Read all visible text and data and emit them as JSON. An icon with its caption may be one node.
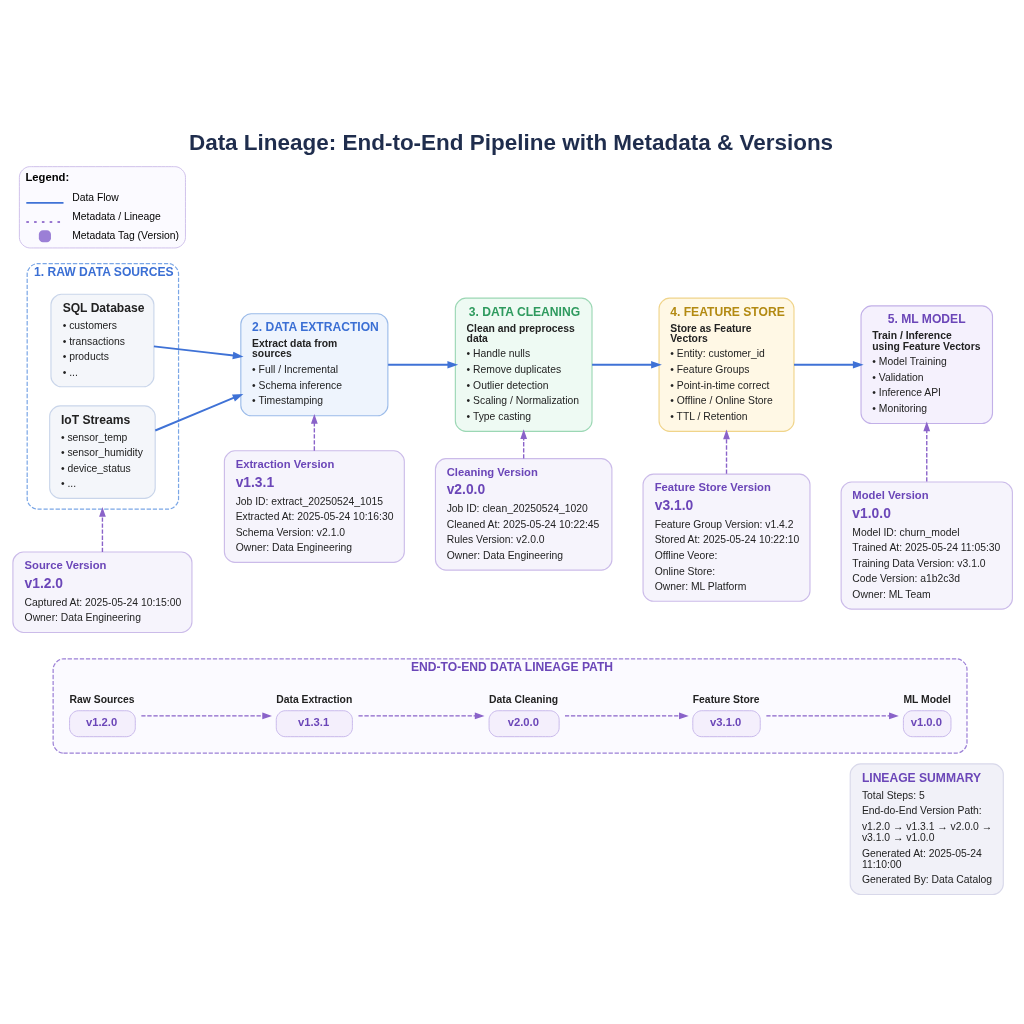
{
  "diagram": {
    "title": "Data Lineage: End-to-End Pipeline with Metadata & Versions",
    "nodes": [
      {
        "text": [
          "1. RAW DATA SOURCES"
        ]
      },
      {
        "text": [
          "SQL Database",
          "• customers",
          "• transactions",
          "• products",
          "• ..."
        ],
        "in": 0
      },
      {
        "text": [
          "IoT Streams",
          "• sensor_temp",
          "• sensor_humidity",
          "• device_status",
          "• ..."
        ],
        "in": 0
      },
      {
        "text": [
          "2. DATA EXTRACTION",
          "Extract data from sources",
          "• Full / Incremental",
          "• Schema inference",
          "• Timestamping"
        ]
      },
      {
        "text": [
          "3. DATA CLEANING",
          "Clean and preprocess data",
          "• Handle nulls",
          "• Remove duplicates",
          "• Outlier detection",
          "• Scaling / Normalization",
          "• Type casting"
        ]
      },
      {
        "text": [
          "4. FEATURE STORE",
          "Store as Feature Vectors",
          "• Entity: customer_id",
          "• Feature Groups",
          "• Point-in-time correct",
          "• Offline / Online Store",
          "• TTL / Retention"
        ]
      },
      {
        "text": [
          "5. ML MODEL",
          "Train / Inference using Feature Vectors",
          "• Model Training",
          "• Validation",
          "• Inference API",
          "• Monitoring"
        ]
      },
      {
        "text": [
          "Source Version",
          "v1.2.0",
          "Captured At: 2025-05-24 10:15:00",
          "Owner: Data Engineering"
        ]
      },
      {
        "text": [
          "Extraction Version",
          "v1.3.1",
          "Job ID: extract_20250524_1015",
          "Extracted At: 2025-05-24 10:16:30",
          "Schema Version: v2.1.0",
          "Owner: Data Engineering"
        ]
      },
      {
        "text": [
          "Cleaning Version",
          "v2.0.0",
          "Job ID: clean_20250524_1020",
          "Cleaned At: 2025-05-24 10:22:45",
          "Rules Version: v2.0.0",
          "Owner: Data Engineering"
        ]
      },
      {
        "text": [
          "Feature Store Version",
          "v3.1.0",
          "Feature Group Version: v1.4.2",
          "Stored At: 2025-05-24 10:22:10",
          "Offline Veore:",
          "Online Store:",
          "Owner: ML Platform"
        ]
      },
      {
        "text": [
          "Model Version",
          "v1.0.0",
          "Model ID: churn_model",
          "Trained At: 2025-05-24 11:05:30",
          "Training Data Version: v3.1.0",
          "Code Version: a1b2c3d",
          "Owner: ML Team"
        ]
      },
      {
        "text": [
          "END-TO-END DATA LINEAGE PATH"
        ]
      },
      {
        "text": [
          "Raw Sources",
          "v1.2.0"
        ],
        "in": 12
      },
      {
        "text": [
          "Data Extraction",
          "v1.3.1"
        ],
        "in": 12
      },
      {
        "text": [
          "Data Cleaning",
          "v2.0.0"
        ],
        "in": 12
      },
      {
        "text": [
          "Feature Store",
          "v3.1.0"
        ],
        "in": 12
      },
      {
        "text": [
          "ML Model",
          "v1.0.0"
        ],
        "in": 12
      },
      {
        "text": [
          "LINEAGE SUMMARY",
          "Total Steps: 5",
          "End-do-End Version Path:",
          "v1.2.0 → v1.3.1 → v2.0.0 → v3.1.0 → v1.0.0",
          "Generated At: 2025-05-24 11:10:00",
          "Generated By: Data Catalog"
        ]
      }
    ],
    "edges": [
      {
        "from": 1,
        "to": 3,
        "arrow": "to",
        "color": "#3f72d6"
      },
      {
        "from": 2,
        "to": 3,
        "arrow": "to",
        "color": "#3f72d6"
      },
      {
        "from": 3,
        "to": 4,
        "arrow": "to",
        "color": "#3f72d6"
      },
      {
        "from": 4,
        "to": 5,
        "arrow": "to",
        "color": "#3f72d6"
      },
      {
        "from": 5,
        "to": 6,
        "arrow": "to",
        "color": "#3f72d6"
      },
      {
        "from": 7,
        "to": 0,
        "arrow": "to",
        "style": "dashed"
      },
      {
        "from": 8,
        "to": 3,
        "arrow": "to",
        "style": "dashed"
      },
      {
        "from": 9,
        "to": 4,
        "arrow": "to",
        "style": "dashed"
      },
      {
        "from": 10,
        "to": 5,
        "arrow": "to",
        "style": "dashed"
      },
      {
        "from": 11,
        "to": 6,
        "arrow": "to",
        "style": "dashed"
      },
      {
        "from": 13,
        "to": 14,
        "arrow": "to",
        "style": "dashed"
      },
      {
        "from": 14,
        "to": 15,
        "arrow": "to",
        "style": "dashed"
      },
      {
        "from": 15,
        "to": 16,
        "arrow": "to",
        "style": "dashed"
      },
      {
        "from": 16,
        "to": 17,
        "arrow": "to",
        "style": "dashed"
      }
    ],
    "labels": [
      "Legend:"
    ],
    "legend": [
      {
        "text": "Data Flow"
      },
      {
        "text": "Metadata / Lineage"
      },
      {
        "text": "Metadata Tag (Version)"
      }
    ]
  }
}
